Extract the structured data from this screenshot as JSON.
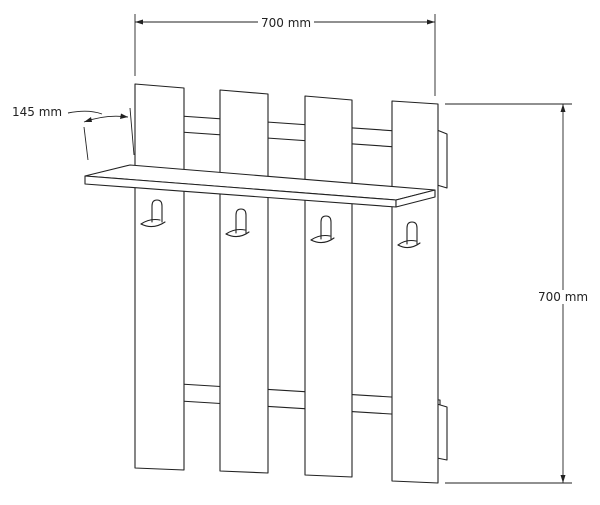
{
  "dimensions": {
    "width_label": "700 mm",
    "height_label": "700 mm",
    "depth_label": "145 mm"
  },
  "colors": {
    "line": "#222222",
    "background": "#ffffff"
  },
  "parts": {
    "vertical_slats": 4,
    "hooks": 4,
    "horizontal_battens": 2,
    "shelf": 1
  }
}
